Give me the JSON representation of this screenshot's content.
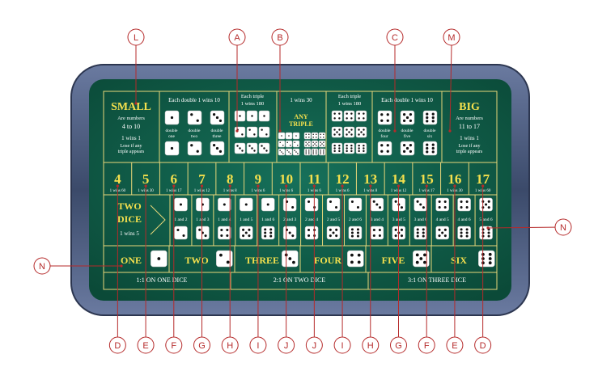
{
  "callouts_top": [
    "L",
    "A",
    "B",
    "C",
    "M"
  ],
  "callouts_bottom": [
    "D",
    "E",
    "F",
    "G",
    "H",
    "I",
    "J",
    "J",
    "I",
    "H",
    "G",
    "F",
    "E",
    "D"
  ],
  "callout_side": "N",
  "small": {
    "title": "SMALL",
    "sub1": "Are numbers",
    "range": "4 to 10",
    "pay": "1 wins 1",
    "note1": "Lose if any",
    "note2": "triple appears"
  },
  "big": {
    "title": "BIG",
    "sub1": "Are numbers",
    "range": "11 to 17",
    "pay": "1 wins 1",
    "note1": "Lose if any",
    "note2": "triple appears"
  },
  "double_left": {
    "header": "Each double 1 wins 10",
    "labels": [
      "double\none",
      "double\ntwo",
      "double\nthree"
    ],
    "faces": [
      1,
      2,
      3
    ]
  },
  "double_right": {
    "header": "Each double 1 wins 10",
    "labels": [
      "double\nfour",
      "double\nfive",
      "double\nsix"
    ],
    "faces": [
      4,
      5,
      6
    ]
  },
  "triple_left": {
    "header1": "Each triple",
    "header2": "1 wins 180",
    "faces": [
      1,
      2,
      3
    ]
  },
  "triple_right": {
    "header1": "Each triple",
    "header2": "1 wins 180",
    "faces": [
      4,
      5,
      6
    ]
  },
  "any_triple": {
    "header": "1 wins 30",
    "label1": "ANY",
    "label2": "TRIPLE"
  },
  "totals": [
    {
      "n": "4",
      "pay": "1 wins 60"
    },
    {
      "n": "5",
      "pay": "1 wins 30"
    },
    {
      "n": "6",
      "pay": "1 wins 17"
    },
    {
      "n": "7",
      "pay": "1 wins 12"
    },
    {
      "n": "8",
      "pay": "1 wins 8"
    },
    {
      "n": "9",
      "pay": "1 wins 6"
    },
    {
      "n": "10",
      "pay": "1 wins 6"
    },
    {
      "n": "11",
      "pay": "1 wins 6"
    },
    {
      "n": "12",
      "pay": "1 wins 6"
    },
    {
      "n": "13",
      "pay": "1 wins 8"
    },
    {
      "n": "14",
      "pay": "1 wins 12"
    },
    {
      "n": "15",
      "pay": "1 wins 17"
    },
    {
      "n": "16",
      "pay": "1 wins 30"
    },
    {
      "n": "17",
      "pay": "1 wins 60"
    }
  ],
  "two_dice": {
    "title1": "TWO",
    "title2": "DICE",
    "pay": "1 wins 5",
    "combos": [
      [
        1,
        2
      ],
      [
        1,
        3
      ],
      [
        1,
        4
      ],
      [
        1,
        5
      ],
      [
        1,
        6
      ],
      [
        2,
        3
      ],
      [
        2,
        4
      ],
      [
        2,
        5
      ],
      [
        2,
        6
      ],
      [
        3,
        4
      ],
      [
        3,
        5
      ],
      [
        3,
        6
      ],
      [
        4,
        5
      ],
      [
        4,
        6
      ],
      [
        5,
        6
      ]
    ]
  },
  "singles": [
    {
      "label": "ONE",
      "face": 1
    },
    {
      "label": "TWO",
      "face": 2
    },
    {
      "label": "THREE",
      "face": 3
    },
    {
      "label": "FOUR",
      "face": 4
    },
    {
      "label": "FIVE",
      "face": 5
    },
    {
      "label": "SIX",
      "face": 6
    }
  ],
  "footer": [
    "1:1 ON ONE DICE",
    "2:1 ON TWO DICE",
    "3:1 ON THREE DICE"
  ],
  "colors": {
    "felt": "#0f5a44",
    "line": "#e8d77a",
    "rim": "#3b4a66",
    "rim_inner": "#596a8d",
    "callout": "#b52a2a",
    "number": "#f4e04d"
  }
}
